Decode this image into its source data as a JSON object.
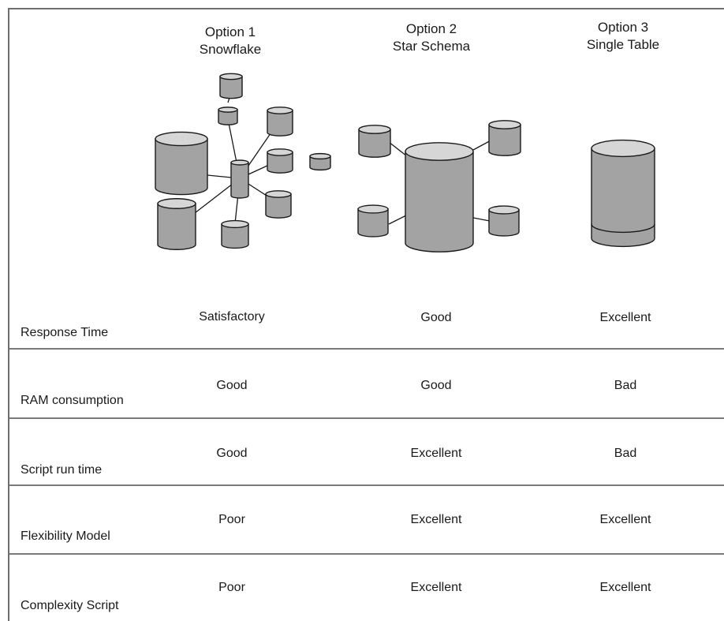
{
  "options": [
    {
      "line1": "Option 1",
      "line2": "Snowflake"
    },
    {
      "line1": "Option 2",
      "line2": "Star Schema"
    },
    {
      "line1": "Option 3",
      "line2": "Single Table"
    }
  ],
  "rows": [
    {
      "label": "Response Time",
      "values": [
        "Satisfactory",
        "Good",
        "Excellent"
      ]
    },
    {
      "label": "RAM consumption",
      "values": [
        "Good",
        "Good",
        "Bad"
      ]
    },
    {
      "label": "Script run time",
      "values": [
        "Good",
        "Excellent",
        "Bad"
      ]
    },
    {
      "label": "Flexibility Model",
      "values": [
        "Poor",
        "Excellent",
        "Excellent"
      ]
    },
    {
      "label": "Complexity Script",
      "values": [
        "Poor",
        "Excellent",
        "Excellent"
      ]
    }
  ],
  "colors": {
    "cylinder_body": "#a3a3a3",
    "cylinder_top": "#d6d6d6",
    "stroke": "#1a1a1a",
    "frame": "#6f6f6f",
    "divider": "#7a7a7a"
  }
}
